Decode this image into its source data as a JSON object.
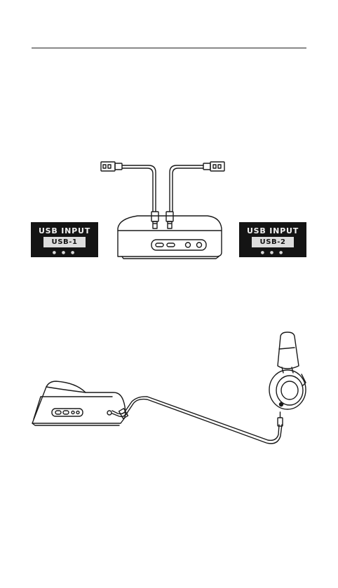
{
  "usb_input_left": {
    "title": "USB INPUT",
    "selected": "USB-1",
    "indicator": "● ● ●"
  },
  "usb_input_right": {
    "title": "USB INPUT",
    "selected": "USB-2",
    "indicator": "● ● ●"
  },
  "icons": {
    "usb_cable_left": "usb-a-plug-icon",
    "usb_cable_right": "usb-a-plug-icon",
    "base_station": "base-station-icon",
    "headset": "headset-icon",
    "audio_cable": "audio-cable-icon"
  },
  "colors": {
    "line": "#1a1a1a",
    "panel_bg": "#141414",
    "panel_text": "#f2f2f2",
    "chip_bg": "#e8e8e8"
  }
}
